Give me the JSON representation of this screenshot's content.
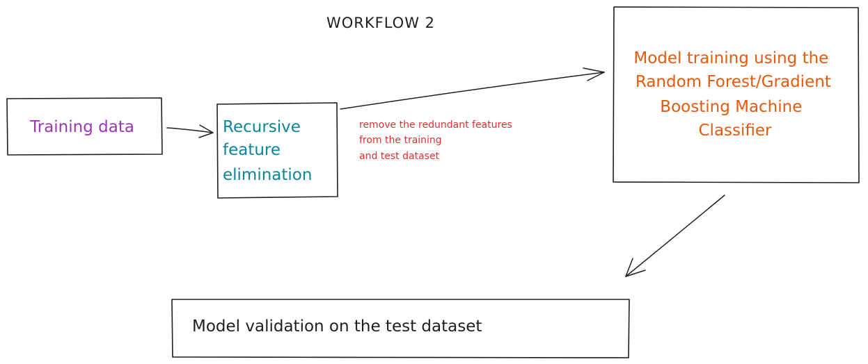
{
  "title": "WORKFLOW 2",
  "nodes": {
    "training_data": {
      "label": "Training data"
    },
    "rfe": {
      "lines": [
        "Recursive",
        "feature",
        "elimination"
      ]
    },
    "model_training": {
      "lines": [
        "Model training using the",
        "Random Forest/Gradient",
        "Boosting Machine",
        "Classifier"
      ]
    },
    "validation": {
      "label": "Model validation on the test dataset"
    }
  },
  "edge_label": {
    "lines": [
      "remove the redundant features",
      "from the training",
      "and test dataset"
    ]
  },
  "colors": {
    "stroke": "#1e1e1e",
    "training_data": "#9c36b5",
    "rfe": "#0c8599",
    "model_training": "#e8590c",
    "edge_label": "#e03131",
    "title": "#1e1e1e",
    "validation": "#1e1e1e"
  }
}
